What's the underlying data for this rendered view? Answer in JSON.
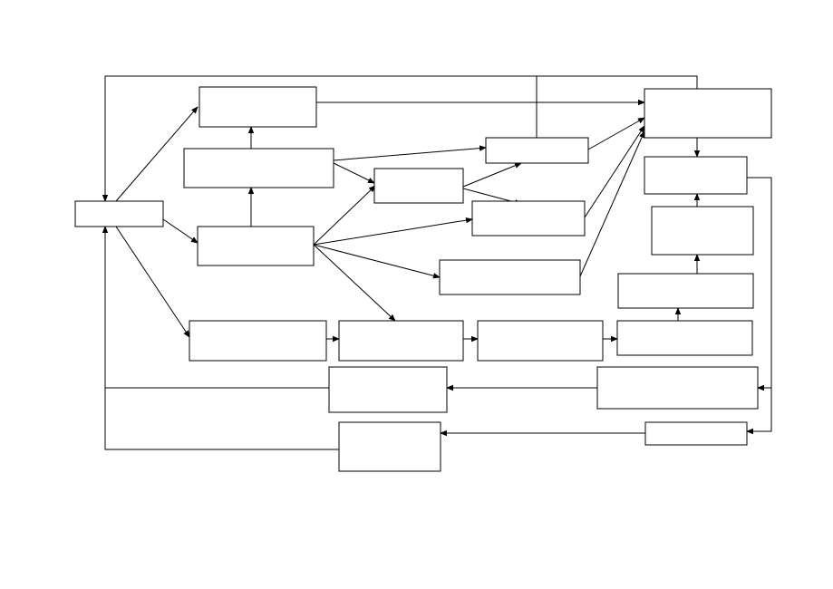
{
  "diagram": {
    "title": "",
    "line_color": "#000000",
    "box_fill": "#ffffff",
    "background": "#ffffff",
    "nodes": [
      {
        "id": "n01",
        "label": ""
      },
      {
        "id": "n02",
        "label": ""
      },
      {
        "id": "n03",
        "label": ""
      },
      {
        "id": "n04",
        "label": ""
      },
      {
        "id": "n05",
        "label": ""
      },
      {
        "id": "n06",
        "label": ""
      },
      {
        "id": "n07",
        "label": ""
      },
      {
        "id": "n08",
        "label": ""
      },
      {
        "id": "n09",
        "label": ""
      },
      {
        "id": "n10",
        "label": ""
      },
      {
        "id": "n11",
        "label": ""
      },
      {
        "id": "n12",
        "label": ""
      },
      {
        "id": "n13",
        "label": ""
      },
      {
        "id": "n14",
        "label": ""
      },
      {
        "id": "n15",
        "label": ""
      },
      {
        "id": "n16",
        "label": ""
      },
      {
        "id": "n17",
        "label": ""
      },
      {
        "id": "n18",
        "label": ""
      },
      {
        "id": "n19",
        "label": ""
      },
      {
        "id": "n20",
        "label": ""
      },
      {
        "id": "n21",
        "label": ""
      },
      {
        "id": "n22",
        "label": ""
      }
    ]
  }
}
